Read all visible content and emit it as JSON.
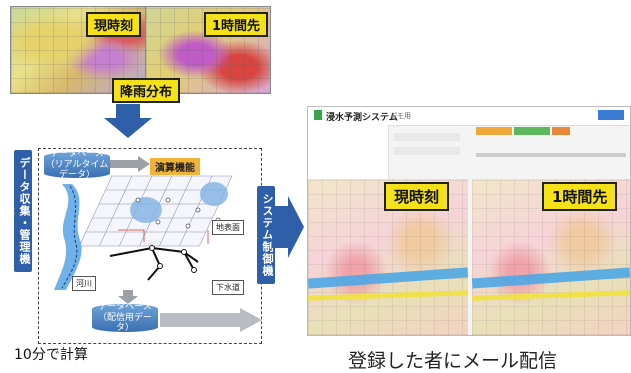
{
  "rainfall": {
    "label_now": "現時刻",
    "label_1h": "1時間先",
    "caption": "降雨分布"
  },
  "processing": {
    "side_left": "データ収集・管理機能",
    "side_right": "システム制御機能",
    "db_realtime": "データベース（リアルタイムデータ）",
    "db_delivery": "データベース（配信用データ）",
    "compute_label": "演算機能",
    "ground_label": "地表面",
    "river_label": "河川",
    "sewer_label": "下水道",
    "footnote": "10分で計算"
  },
  "system": {
    "app_title": "浸水予測システム",
    "app_title_suffix": "デモ用",
    "label_now": "現時刻",
    "label_1h": "1時間先",
    "caption": "登録した者にメール配信"
  },
  "colors": {
    "arrow": "#2f5fa8",
    "label_yellow": "#f5e11a",
    "compute_label_bg": "#f0b43a"
  }
}
